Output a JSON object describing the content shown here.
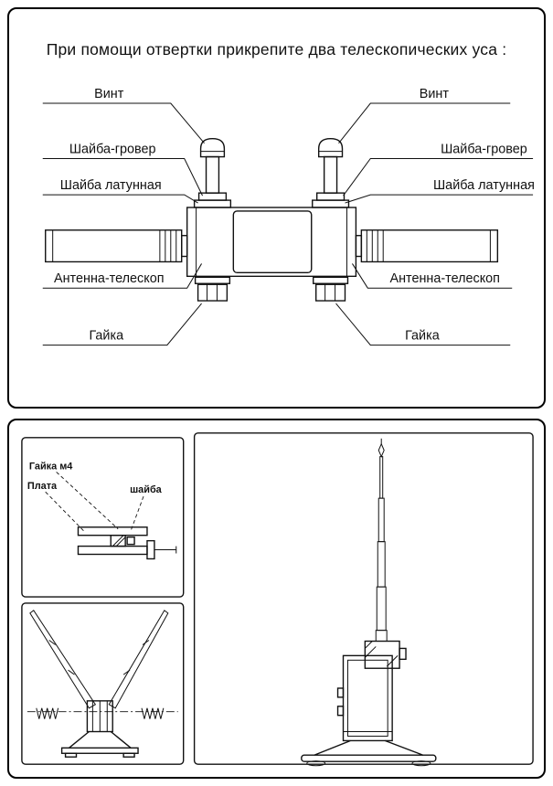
{
  "colors": {
    "ink": "#000000",
    "background": "#ffffff"
  },
  "top_panel": {
    "title": "При помощи отвертки прикрепите два телескопических уса :",
    "labels": {
      "screw_left": "Винт",
      "screw_right": "Винт",
      "lock_washer_left": "Шайба-гровер",
      "lock_washer_right": "Шайба-гровер",
      "brass_washer_left": "Шайба латунная",
      "brass_washer_right": "Шайба латунная",
      "antenna_left": "Антенна-телескоп",
      "antenna_right": "Антенна-телескоп",
      "nut_left": "Гайка",
      "nut_right": "Гайка"
    }
  },
  "bottom_panel": {
    "detail_view": {
      "labels": {
        "nut_m4": "Гайка м4",
        "board": "Плата",
        "washer": "шайба"
      }
    }
  }
}
